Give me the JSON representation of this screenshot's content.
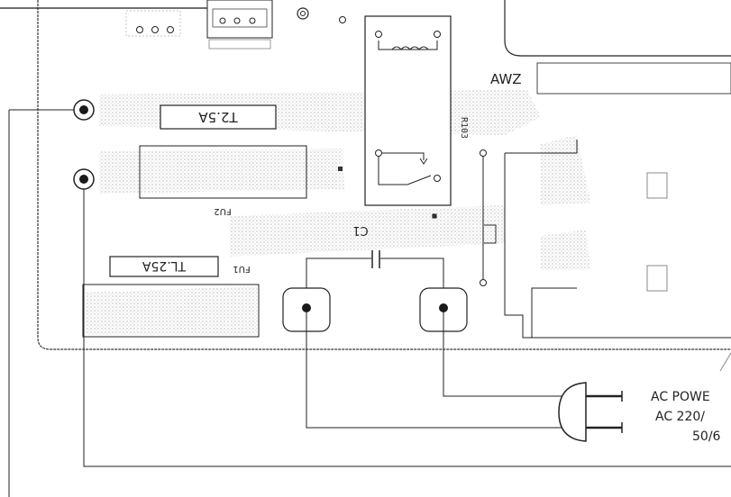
{
  "labels": {
    "awz": "AWZ",
    "fuse_t25a": "T2.5A",
    "fuse_tl25a": "TL.25A",
    "fu1": "FU1",
    "fu2": "FU2",
    "c1": "C1",
    "relay": "R103",
    "ac_power_1": "AC POWE",
    "ac_power_2": "AC 220/",
    "ac_power_3": "50/6"
  },
  "colors": {
    "line": "#1a1a1a",
    "pcb_edge": "#333333",
    "trace_pattern": "#c8c8c8",
    "background": "#ffffff"
  }
}
